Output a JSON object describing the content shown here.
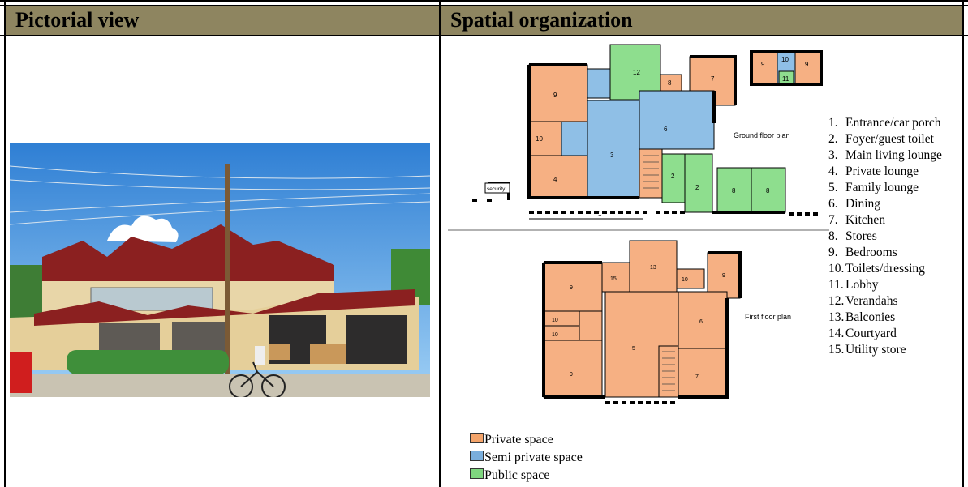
{
  "headers": {
    "left": "Pictorial view",
    "right": "Spatial organization"
  },
  "plan_labels": {
    "ground": "Ground floor plan",
    "first": "First floor plan",
    "security": "security"
  },
  "legend": [
    {
      "num": "1.",
      "label": "Entrance/car porch"
    },
    {
      "num": "2.",
      "label": "Foyer/guest toilet"
    },
    {
      "num": "3.",
      "label": "Main living lounge"
    },
    {
      "num": "4.",
      "label": "Private lounge"
    },
    {
      "num": "5.",
      "label": "Family lounge"
    },
    {
      "num": "6.",
      "label": "Dining"
    },
    {
      "num": "7.",
      "label": "Kitchen"
    },
    {
      "num": "8.",
      "label": "Stores"
    },
    {
      "num": "9.",
      "label": "Bedrooms"
    },
    {
      "num": "10.",
      "label": "Toilets/dressing"
    },
    {
      "num": "11.",
      "label": "Lobby"
    },
    {
      "num": "12.",
      "label": "Verandahs"
    },
    {
      "num": "13.",
      "label": "Balconies"
    },
    {
      "num": "14.",
      "label": "Courtyard"
    },
    {
      "num": "15.",
      "label": "Utility store"
    }
  ],
  "key": [
    {
      "label": "Private space",
      "color": "#f4a46a"
    },
    {
      "label": "Semi private space",
      "color": "#7aaedc"
    },
    {
      "label": "Public space",
      "color": "#7fd67f"
    }
  ],
  "colors": {
    "header_bg": "#8e8560",
    "private": "#f6b083",
    "semi": "#8fbfe6",
    "public": "#8ede8e",
    "wall": "#000000"
  },
  "room_numbers": {
    "r9a": "9",
    "r12": "12",
    "r8a": "8",
    "r7a": "7",
    "r9b": "9",
    "r10a": "10",
    "r11": "11",
    "r9c": "9",
    "r10b": "10",
    "r3": "3",
    "r6": "6",
    "r4": "4",
    "r2a": "2",
    "r2b": "2",
    "r8b": "8",
    "r8c": "8",
    "r1": "1",
    "f9a": "9",
    "f15": "15",
    "f13": "13",
    "f10a": "10",
    "f9b": "9",
    "f10b": "10",
    "f10c": "10",
    "f5": "5",
    "f6": "6",
    "f9c": "9",
    "f7": "7"
  }
}
